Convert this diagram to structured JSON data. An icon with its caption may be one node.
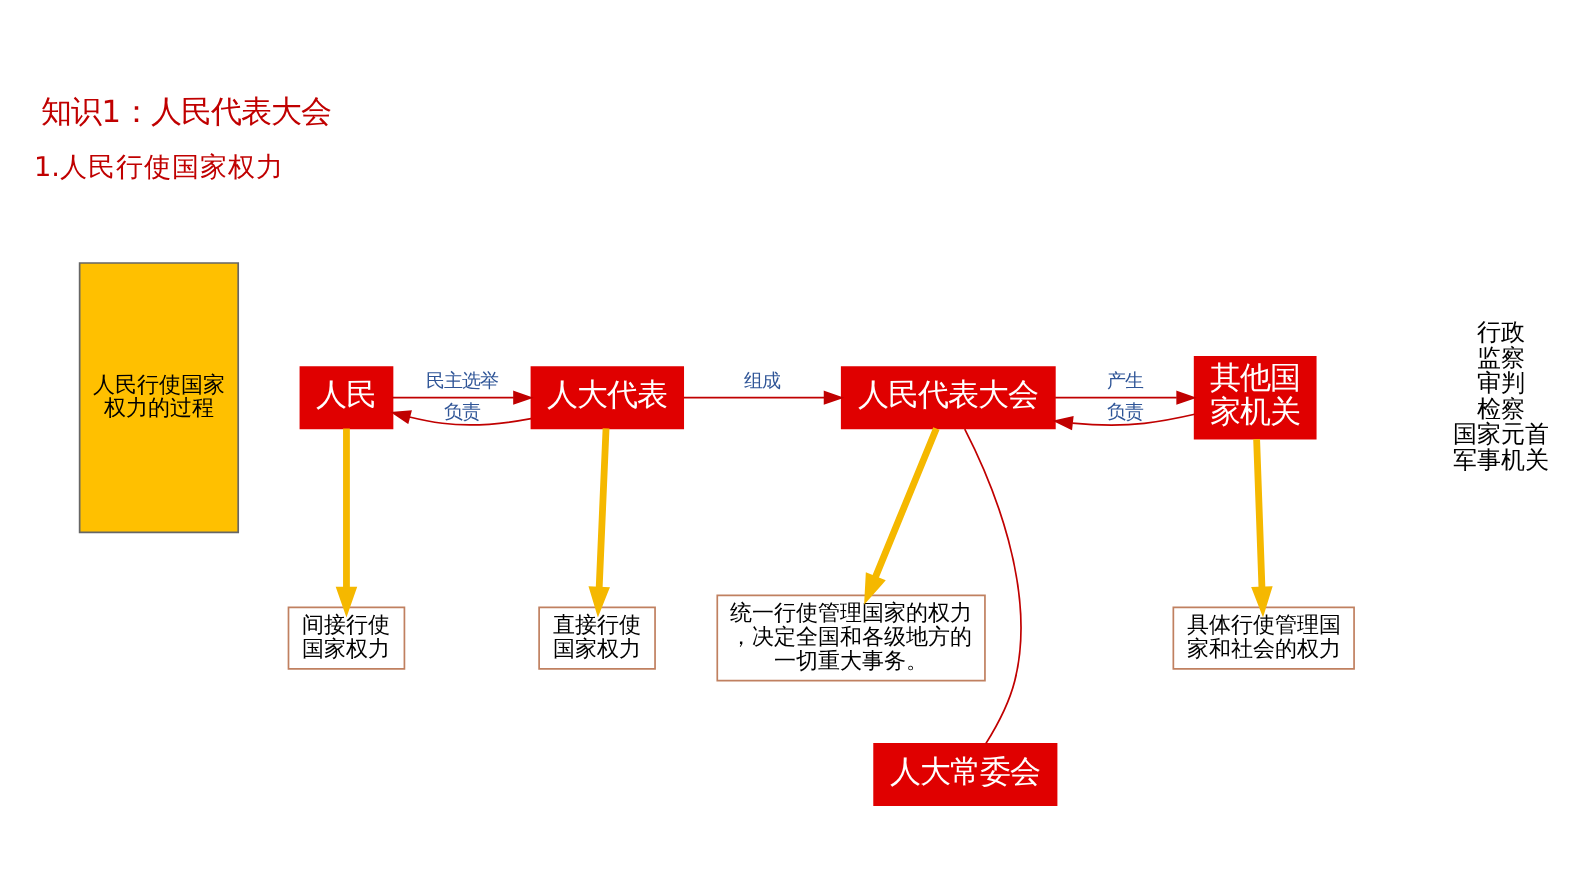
{
  "diagram": {
    "title": "知识1：人民代表大会",
    "nodes": [
      {
        "text": [
          "人民行使国家权力的过程"
        ]
      },
      {
        "text": [
          "人民"
        ]
      },
      {
        "text": [
          "人大代表"
        ]
      },
      {
        "text": [
          "人民代表大会"
        ]
      },
      {
        "text": [
          "其他国家机关"
        ]
      },
      {
        "text": [
          "间接行使国家权力"
        ]
      },
      {
        "text": [
          "直接行使国家权力"
        ]
      },
      {
        "text": [
          "统一行使管理国家的权力，决定全国和各级地方的一切重大事务。"
        ]
      },
      {
        "text": [
          "具体行使管理国家和社会的权力"
        ]
      },
      {
        "text": [
          "人大常委会"
        ]
      }
    ],
    "edges": [
      {
        "from": 1,
        "to": 2,
        "arrow": "to",
        "label": "民主选举"
      },
      {
        "from": 2,
        "to": 1,
        "arrow": "to",
        "label": "负责"
      },
      {
        "from": 2,
        "to": 3,
        "arrow": "to",
        "label": "组成"
      },
      {
        "from": 3,
        "to": 4,
        "arrow": "to",
        "label": "产生"
      },
      {
        "from": 4,
        "to": 3,
        "arrow": "to",
        "label": "负责"
      },
      {
        "from": 1,
        "to": 5,
        "arrow": "to",
        "style": "thick",
        "color": "#f5b800"
      },
      {
        "from": 2,
        "to": 6,
        "arrow": "to",
        "style": "thick",
        "color": "#f5b800"
      },
      {
        "from": 3,
        "to": 7,
        "arrow": "to",
        "style": "thick",
        "color": "#f5b800"
      },
      {
        "from": 4,
        "to": 8,
        "arrow": "to",
        "style": "thick",
        "color": "#f5b800"
      },
      {
        "from": 3,
        "to": 9,
        "arrow": "none"
      }
    ],
    "labels": [
      "1.人民行使国家权力",
      "行政",
      "监察",
      "审判",
      "检察",
      "国家元首",
      "军事机关"
    ]
  }
}
